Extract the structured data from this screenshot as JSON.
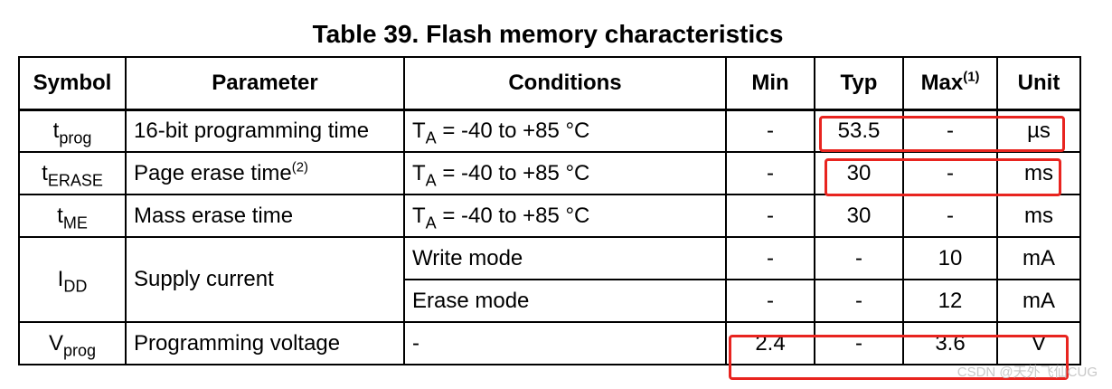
{
  "caption": "Table 39. Flash memory characteristics",
  "header": {
    "symbol": "Symbol",
    "parameter": "Parameter",
    "conditions": "Conditions",
    "min": "Min",
    "typ": "Typ",
    "max": "Max",
    "max_note": "(1)",
    "unit": "Unit"
  },
  "rows": [
    {
      "symbol_base": "t",
      "symbol_sub": "prog",
      "parameter": "16-bit programming time",
      "cond_base": "T",
      "cond_sub": "A",
      "cond_rest": " = -40 to +85 °C",
      "min": "-",
      "typ": "53.5",
      "max": "-",
      "unit": "µs"
    },
    {
      "symbol_base": "t",
      "symbol_sub": "ERASE",
      "parameter": "Page erase time",
      "parameter_note": "(2)",
      "cond_base": "T",
      "cond_sub": "A",
      "cond_rest": " = -40 to +85 °C",
      "min": "-",
      "typ": "30",
      "max": "-",
      "unit": "ms"
    },
    {
      "symbol_base": "t",
      "symbol_sub": "ME",
      "parameter": "Mass erase time",
      "cond_base": "T",
      "cond_sub": "A",
      "cond_rest": " = -40 to +85 °C",
      "min": "-",
      "typ": "30",
      "max": "-",
      "unit": "ms"
    },
    {
      "symbol_base": "I",
      "symbol_sub": "DD",
      "parameter": "Supply current",
      "modes": [
        {
          "condition": "Write mode",
          "min": "-",
          "typ": "-",
          "max": "10",
          "unit": "mA"
        },
        {
          "condition": "Erase mode",
          "min": "-",
          "typ": "-",
          "max": "12",
          "unit": "mA"
        }
      ]
    },
    {
      "symbol_base": "V",
      "symbol_sub": "prog",
      "parameter": "Programming voltage",
      "condition": "-",
      "min": "2.4",
      "typ": "-",
      "max": "3.6",
      "unit": "V"
    }
  ],
  "highlight_color": "#e8241f",
  "watermark": "CSDN @天外飞仙CUG"
}
